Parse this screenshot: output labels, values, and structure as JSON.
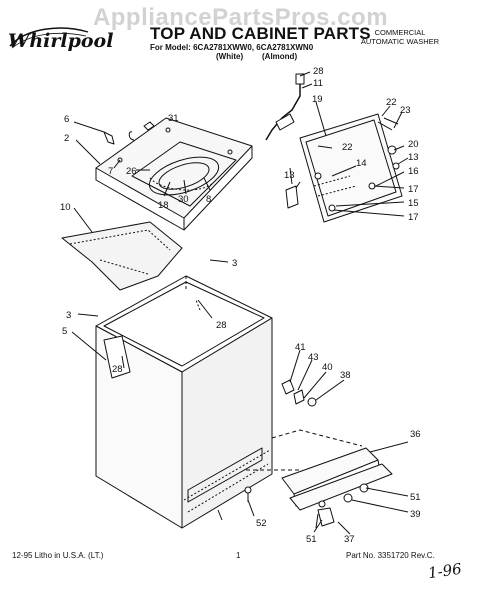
{
  "watermark": "AppliancePartsPros.com",
  "brand": "Whirlpool",
  "title": "TOP AND CABINET PARTS",
  "model_line": "For Model: 6CA2781XWW0, 6CA2781XWN0",
  "variants": {
    "white": "(White)",
    "almond": "(Almond)"
  },
  "product_type": {
    "line1": "COMMERCIAL",
    "line2": "AUTOMATIC WASHER"
  },
  "footer": {
    "left": "12-95 Litho in U.S.A. (LT.)",
    "page": "1",
    "right": "Part No. 3351720 Rev.C."
  },
  "handwriting": "1-96",
  "callouts": {
    "c28a": "28",
    "c11": "11",
    "c19": "19",
    "c22a": "22",
    "c23": "23",
    "c6": "6",
    "c31": "31",
    "c2": "2",
    "c7": "7",
    "c26": "26",
    "c18": "18",
    "c30": "30",
    "c8": "8",
    "c20": "20",
    "c13a": "13",
    "c22b": "22",
    "c14": "14",
    "c16": "16",
    "c13b": "13",
    "c17a": "17",
    "c15": "15",
    "c17b": "17",
    "c10": "10",
    "c3a": "3",
    "c3b": "3",
    "c5": "5",
    "c28b": "28",
    "c28c": "28",
    "c41": "41",
    "c43": "43",
    "c40": "40",
    "c38": "38",
    "c36": "36",
    "c51a": "51",
    "c39": "39",
    "c52": "52",
    "c51b": "51",
    "c37": "37"
  }
}
